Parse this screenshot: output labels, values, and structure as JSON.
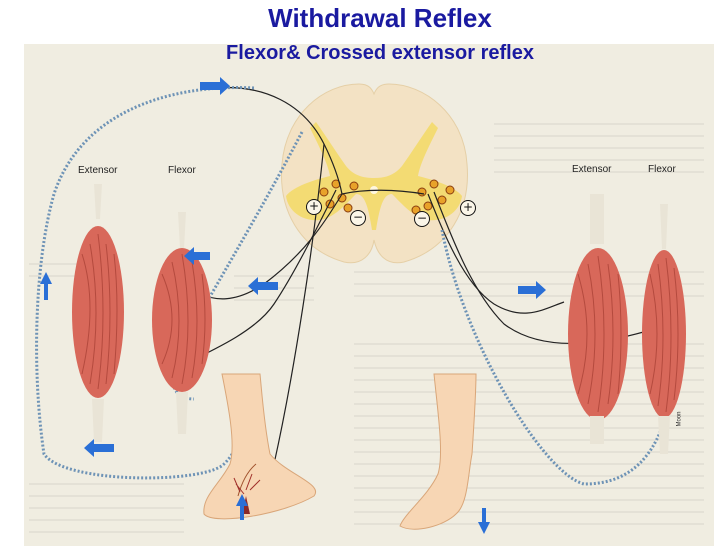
{
  "slide": {
    "title": "Withdrawal Reflex",
    "subtitle": "Flexor& Crossed extensor reflex"
  },
  "labels": {
    "left_extensor": "Extensor",
    "left_flexor": "Flexor",
    "right_extensor": "Extensor",
    "right_flexor": "Flexor",
    "plus": "+",
    "minus": "−",
    "artist": "Moon"
  },
  "colors": {
    "title": "#1a1aa0",
    "arrow": "#2a6fd6",
    "muscle": "#d8685a",
    "cord_yellow": "#f3da6a",
    "cord_tan": "#f3e2c4",
    "background": "#f4f1e6"
  }
}
